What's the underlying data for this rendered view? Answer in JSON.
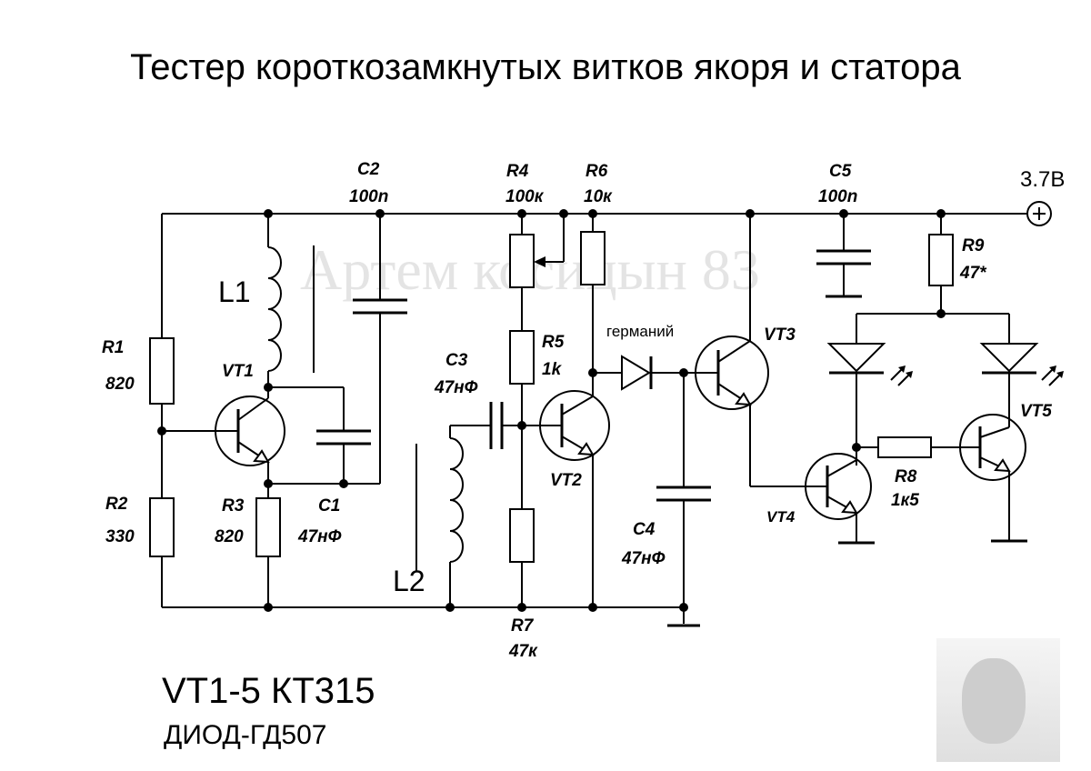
{
  "title": "Тестер короткозамкнутых витков якоря и статора",
  "watermark": "Артем косицын 83",
  "supply": "3.7В",
  "components": {
    "R1": {
      "name": "R1",
      "value": "820"
    },
    "R2": {
      "name": "R2",
      "value": "330"
    },
    "R3": {
      "name": "R3",
      "value": "820"
    },
    "R4": {
      "name": "R4",
      "value": "100к"
    },
    "R5": {
      "name": "R5",
      "value": "1k"
    },
    "R6": {
      "name": "R6",
      "value": "10к"
    },
    "R7": {
      "name": "R7",
      "value": "47к"
    },
    "R8": {
      "name": "R8",
      "value": "1к5"
    },
    "R9": {
      "name": "R9",
      "value": "47*"
    },
    "C1": {
      "name": "C1",
      "value": "47нФ"
    },
    "C2": {
      "name": "C2",
      "value": "100n"
    },
    "C3": {
      "name": "C3",
      "value": "47нФ"
    },
    "C4": {
      "name": "C4",
      "value": "47нФ"
    },
    "C5": {
      "name": "C5",
      "value": "100n"
    },
    "L1": {
      "name": "L1"
    },
    "L2": {
      "name": "L2"
    },
    "VT1": {
      "name": "VT1"
    },
    "VT2": {
      "name": "VT2"
    },
    "VT3": {
      "name": "VT3"
    },
    "VT4": {
      "name": "VT4"
    },
    "VT5": {
      "name": "VT5"
    },
    "D1": {
      "label": "германий"
    }
  },
  "notes": {
    "transistors": "VT1-5 КТ315",
    "diode": "ДИОД-ГД507"
  }
}
